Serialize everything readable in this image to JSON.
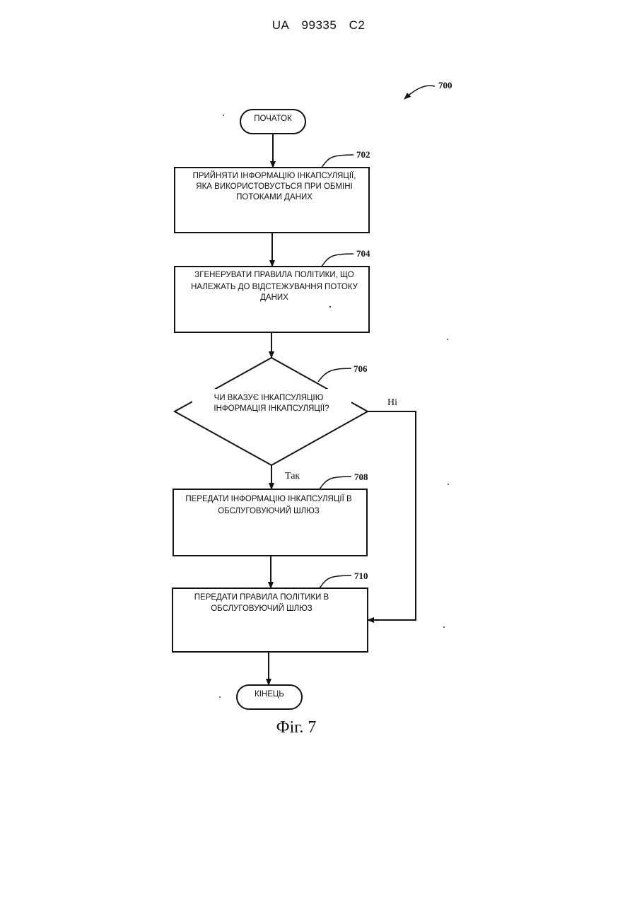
{
  "header": {
    "country": "UA",
    "number": "99335",
    "kind": "C2"
  },
  "figure_ref": "700",
  "start": "ПОЧАТОК",
  "end": "КІНЕЦЬ",
  "steps": [
    {
      "ref": "702",
      "lines": [
        "ПРИЙНЯТИ ІНФОРМАЦІЮ ІНКАПСУЛЯЦІЇ,",
        "ЯКА ВИКОРИСТОВУСТЬСЯ ПРИ ОБМІНІ",
        "ПОТОКАМИ ДАНИХ"
      ]
    },
    {
      "ref": "704",
      "lines": [
        "ЗГЕНЕРУВАТИ ПРАВИЛА ПОЛІТИКИ, ЩО",
        "НАЛЕЖАТЬ ДО ВІДСТЕЖУВАННЯ ПОТОКУ",
        "ДАНИХ"
      ]
    },
    {
      "ref": "708",
      "lines": [
        "ПЕРЕДАТИ ІНФОРМАЦІЮ ІНКАПСУЛЯЦІЇ В",
        "ОБСЛУГОВУЮЧИЙ ШЛЮЗ"
      ]
    },
    {
      "ref": "710",
      "lines": [
        "ПЕРЕДАТИ ПРАВИЛА ПОЛІТИКИ В",
        "ОБСЛУГОВУЮЧИЙ ШЛЮЗ"
      ]
    }
  ],
  "decision": {
    "ref": "706",
    "lines": [
      "ЧИ ВКАЗУЄ ІНКАПСУЛЯЦІЮ",
      "ІНФОРМАЦІЯ ІНКАПСУЛЯЦІЇ?"
    ]
  },
  "branch_yes": "Так",
  "branch_no": "Ні",
  "caption": "Фіг. 7"
}
